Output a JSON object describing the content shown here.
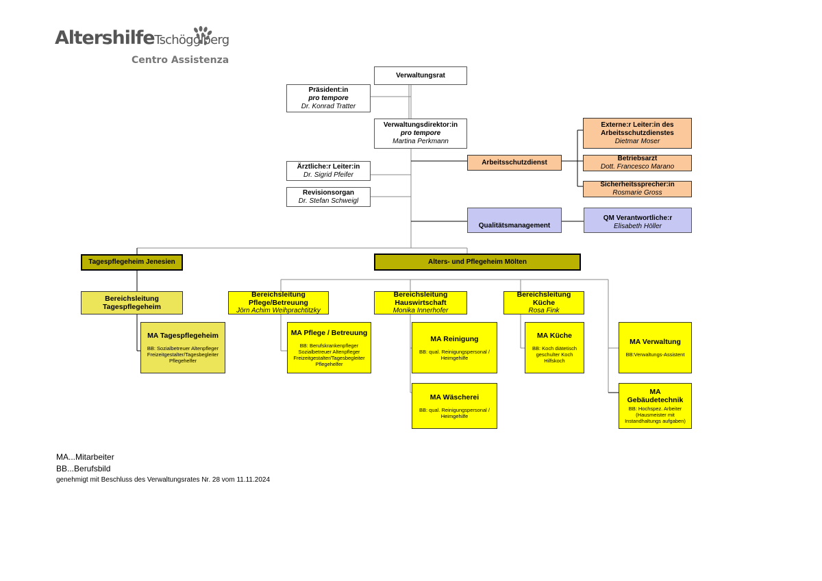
{
  "logo": {
    "brand_main": "Altershilfe",
    "brand_place": "Tschögglberg",
    "brand_sub": "Centro Assistenza"
  },
  "nodes": {
    "verwaltungsrat": {
      "title": "Verwaltungsrat"
    },
    "praesident": {
      "title": "Präsident:in",
      "note": "pro tempore",
      "person": "Dr. Konrad Tratter"
    },
    "direktor": {
      "title": "Verwaltungsdirektor:in",
      "note": "pro tempore",
      "person": "Martina Perkmann"
    },
    "aerztlicher_leiter": {
      "title": "Ärztliche:r Leiter:in",
      "person": "Dr. Sigrid Pfeifer"
    },
    "revisionsorgan": {
      "title": "Revisionsorgan",
      "person": "Dr. Stefan Schweigl"
    },
    "arbeitsschutzdienst": {
      "title": "Arbeitsschutzdienst"
    },
    "externer_leiter": {
      "title": "Externe:r Leiter:in des Arbeitsschutzdienstes",
      "person": "Dietmar Moser"
    },
    "betriebsarzt": {
      "title": "Betriebsarzt",
      "person": "Dott. Francesco Marano"
    },
    "sicherheitssprecher": {
      "title": "Sicherheitssprecher:in",
      "person": "Rosmarie Gross"
    },
    "qualitaetsmanagement": {
      "title": "Qualitätsmanagement"
    },
    "qm_verantwortlicher": {
      "title": "QM Verantwortliche:r",
      "person": "Elisabeth Höller"
    },
    "tagespflegeheim": {
      "title": "Tagespflegeheim Jenesien"
    },
    "pflegeheim": {
      "title": "Alters- und Pflegeheim Mölten"
    },
    "bl_tagespflege": {
      "title": "Bereichsleitung Tagespflegeheim"
    },
    "bl_pflege": {
      "title": "Bereichsleitung Pflege/Betreuung",
      "person": "Jörn Achim Weihprachtitzky"
    },
    "bl_hauswirtschaft": {
      "title": "Bereichsleitung Hauswirtschaft",
      "person": "Monika Innerhofer"
    },
    "bl_kueche": {
      "title": "Bereichsleitung Küche",
      "person": "Rosa Fink"
    },
    "ma_tagespflege": {
      "title": "MA Tagespflegeheim",
      "desc": "BB: Sozialbetreuer Altenpfleger Freizeitgestalter/Tagesbegleiter Pflegehelfer"
    },
    "ma_pflege": {
      "title": "MA Pflege / Betreuung",
      "desc": "BB: Berufskrankenpfleger Sozialbetreuer Altenpfleger Freizeitgestalter/Tagesbegleiter Pflegehelfer"
    },
    "ma_reinigung": {
      "title": "MA Reinigung",
      "desc": "BB: qual. Reinigungspersonal / Heimgehilfe"
    },
    "ma_waescherei": {
      "title": "MA Wäscherei",
      "desc": "BB: qual. Reinigungspersonal / Heimgehilfe"
    },
    "ma_kueche": {
      "title": "MA Küche",
      "desc": "BB: Koch diätetisch geschulter Koch Hilfskoch"
    },
    "ma_verwaltung": {
      "title": "MA Verwaltung",
      "desc": "BB:Verwaltungs-Assistent"
    },
    "ma_gebaeude": {
      "title": "MA Gebäudetechnik",
      "desc": "BB: Hochspez. Arbeiter (Hausmeister mit Instandhaltungs aufgaben)"
    }
  },
  "legend": {
    "ma": "MA...Mitarbeiter",
    "bb": "BB...Berufsbild",
    "approval": "genehmigt mit Beschluss des Verwaltungsrates Nr. 28 vom 11.11.2024"
  },
  "colors": {
    "orange": "#fbc89c",
    "lavender": "#c7c7f3",
    "yellow": "#ffff00",
    "light_yellow": "#ece55a",
    "olive": "#bab200"
  }
}
